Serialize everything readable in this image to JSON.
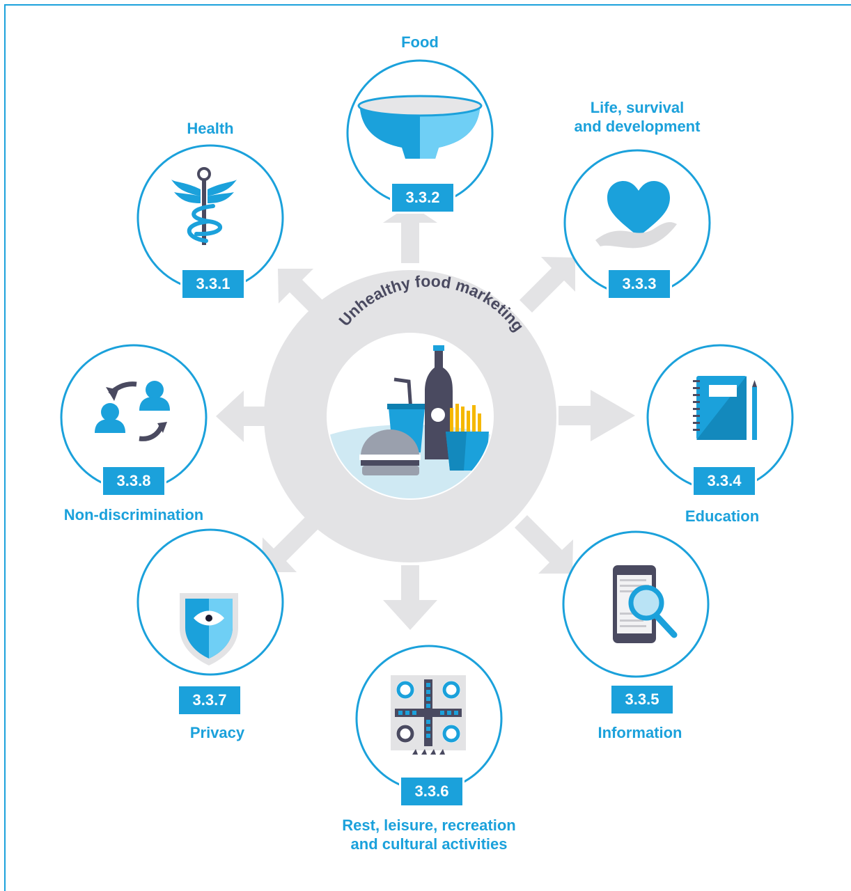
{
  "center": {
    "label": "Unhealthy food marketing"
  },
  "rights": [
    {
      "id": "health",
      "name": "Health",
      "code": "3.3.1",
      "icon": "caduceus-icon"
    },
    {
      "id": "food",
      "name": "Food",
      "code": "3.3.2",
      "icon": "bowl-icon"
    },
    {
      "id": "life",
      "name": "Life, survival and development",
      "name_line1": "Life, survival",
      "name_line2": "and development",
      "code": "3.3.3",
      "icon": "heart-in-hand-icon"
    },
    {
      "id": "education",
      "name": "Education",
      "code": "3.3.4",
      "icon": "notebook-icon"
    },
    {
      "id": "information",
      "name": "Information",
      "code": "3.3.5",
      "icon": "phone-search-icon"
    },
    {
      "id": "rest",
      "name": "Rest, leisure, recreation and cultural activities",
      "name_line1": "Rest, leisure, recreation",
      "name_line2": "and cultural activities",
      "code": "3.3.6",
      "icon": "board-game-icon"
    },
    {
      "id": "privacy",
      "name": "Privacy",
      "code": "3.3.7",
      "icon": "shield-eye-icon"
    },
    {
      "id": "nondiscrimination",
      "name": "Non-discrimination",
      "code": "3.3.8",
      "icon": "people-exchange-icon"
    }
  ],
  "colors": {
    "accent": "#1ba1db",
    "ring": "#e3e3e5",
    "dark": "#4a4a60"
  }
}
